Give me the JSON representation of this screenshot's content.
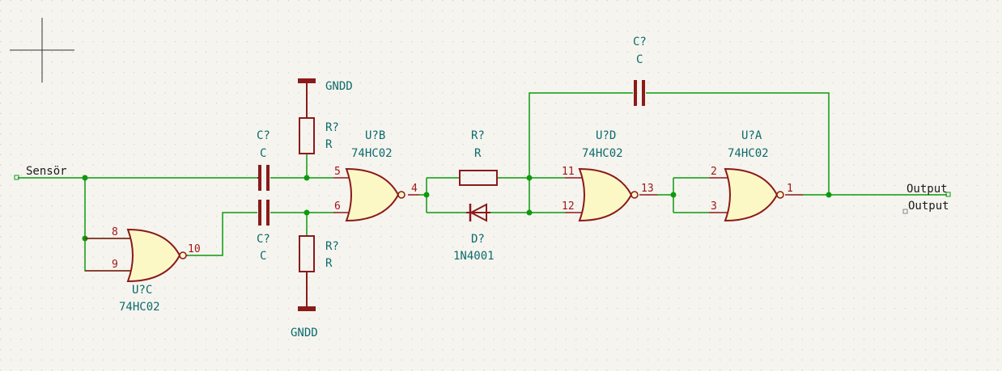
{
  "net_labels": {
    "input": "Sensör",
    "output1": "Output",
    "output2": "Output"
  },
  "power": {
    "top": "GNDD",
    "bottom": "GNDD"
  },
  "capacitors": [
    {
      "ref": "C?",
      "value": "C"
    },
    {
      "ref": "C?",
      "value": "C"
    },
    {
      "ref": "C?",
      "value": "C"
    }
  ],
  "resistors": [
    {
      "ref": "R?",
      "value": "R"
    },
    {
      "ref": "R?",
      "value": "R"
    },
    {
      "ref": "R?",
      "value": "R"
    }
  ],
  "diode": {
    "ref": "D?",
    "value": "1N4001"
  },
  "gates": {
    "uc": {
      "ref": "U?C",
      "value": "74HC02",
      "in1": "8",
      "in2": "9",
      "out": "10"
    },
    "ub": {
      "ref": "U?B",
      "value": "74HC02",
      "in1": "5",
      "in2": "6",
      "out": "4"
    },
    "ud": {
      "ref": "U?D",
      "value": "74HC02",
      "in1": "11",
      "in2": "12",
      "out": "13"
    },
    "ua": {
      "ref": "U?A",
      "value": "74HC02",
      "in1": "2",
      "in2": "3",
      "out": "1"
    }
  }
}
